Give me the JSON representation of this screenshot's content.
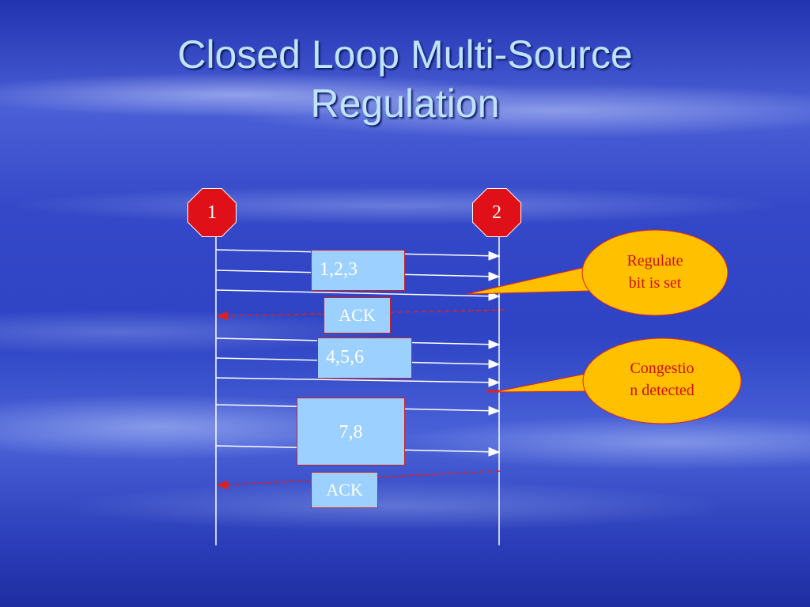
{
  "slide": {
    "title_line1": "Closed Loop Multi-Source",
    "title_line2": "Regulation"
  },
  "nodes": [
    {
      "label": "1"
    },
    {
      "label": "2"
    }
  ],
  "packets": [
    {
      "label": "1,2,3"
    },
    {
      "label": "ACK"
    },
    {
      "label": "4,5,6"
    },
    {
      "label": "7,8"
    },
    {
      "label": "ACK"
    }
  ],
  "callouts": [
    {
      "line1": "Regulate",
      "line2": "bit is set"
    },
    {
      "line1": "Congestio",
      "line2": "n detected"
    }
  ],
  "colors": {
    "node_fill": "#e01018",
    "packet_fill": "#9cd0ff",
    "callout_fill": "#ffc000",
    "ack_line": "#e02020"
  }
}
